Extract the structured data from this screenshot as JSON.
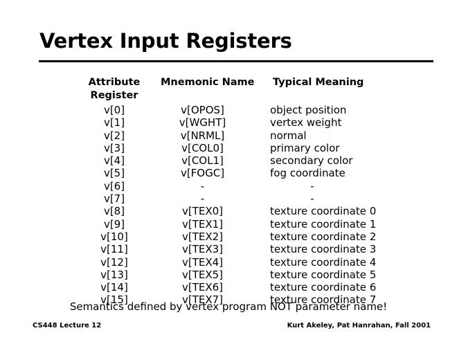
{
  "slide": {
    "title": "Vertex Input Registers",
    "rule_color": "#000000",
    "background_color": "#ffffff",
    "text_color": "#000000"
  },
  "table": {
    "headers": {
      "attribute": "Attribute",
      "register": "Register",
      "mnemonic": "Mnemonic Name",
      "meaning": "Typical Meaning"
    },
    "rows": [
      {
        "reg": "v[0]",
        "mnemonic": "v[OPOS]",
        "meaning": "object position"
      },
      {
        "reg": "v[1]",
        "mnemonic": "v[WGHT]",
        "meaning": "vertex weight"
      },
      {
        "reg": "v[2]",
        "mnemonic": "v[NRML]",
        "meaning": "normal"
      },
      {
        "reg": "v[3]",
        "mnemonic": "v[COL0]",
        "meaning": "primary color"
      },
      {
        "reg": "v[4]",
        "mnemonic": "v[COL1]",
        "meaning": "secondary color"
      },
      {
        "reg": "v[5]",
        "mnemonic": "v[FOGC]",
        "meaning": "fog coordinate"
      },
      {
        "reg": "v[6]",
        "mnemonic": "-",
        "meaning": "-"
      },
      {
        "reg": "v[7]",
        "mnemonic": "-",
        "meaning": "-"
      },
      {
        "reg": "v[8]",
        "mnemonic": "v[TEX0]",
        "meaning": "texture coordinate 0"
      },
      {
        "reg": "v[9]",
        "mnemonic": "v[TEX1]",
        "meaning": "texture coordinate 1"
      },
      {
        "reg": "v[10]",
        "mnemonic": "v[TEX2]",
        "meaning": "texture coordinate 2"
      },
      {
        "reg": "v[11]",
        "mnemonic": "v[TEX3]",
        "meaning": "texture coordinate 3"
      },
      {
        "reg": "v[12]",
        "mnemonic": "v[TEX4]",
        "meaning": "texture coordinate 4"
      },
      {
        "reg": "v[13]",
        "mnemonic": "v[TEX5]",
        "meaning": "texture coordinate 5"
      },
      {
        "reg": "v[14]",
        "mnemonic": "v[TEX6]",
        "meaning": "texture coordinate 6"
      },
      {
        "reg": "v[15]",
        "mnemonic": "v[TEX7]",
        "meaning": "texture coordinate 7"
      }
    ]
  },
  "note": "Semantics defined by vertex program NOT parameter name!",
  "footer": {
    "left": "CS448 Lecture 12",
    "right": "Kurt Akeley, Pat Hanrahan, Fall 2001"
  }
}
